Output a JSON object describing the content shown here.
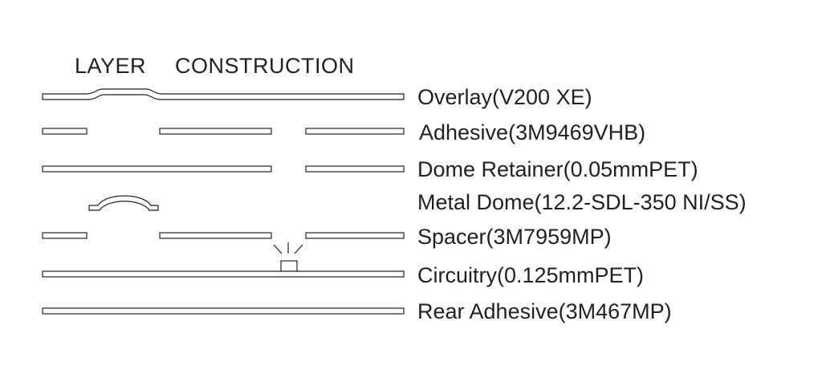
{
  "diagram": {
    "title_left": "LAYER",
    "title_right": "CONSTRUCTION",
    "layers": [
      {
        "id": "overlay",
        "label": "Overlay(V200 XE)"
      },
      {
        "id": "adhesive",
        "label": "Adhesive(3M9469VHB)"
      },
      {
        "id": "dome-retainer",
        "label": "Dome Retainer(0.05mmPET)"
      },
      {
        "id": "metal-dome",
        "label": "Metal Dome(12.2-SDL-350 NI/SS)"
      },
      {
        "id": "spacer",
        "label": "Spacer(3M7959MP)"
      },
      {
        "id": "circuitry",
        "label": "Circuitry(0.125mmPET)"
      },
      {
        "id": "rear-adhesive",
        "label": "Rear Adhesive(3M467MP)"
      }
    ],
    "colors": {
      "stroke": "#231f20",
      "background": "#ffffff"
    }
  }
}
